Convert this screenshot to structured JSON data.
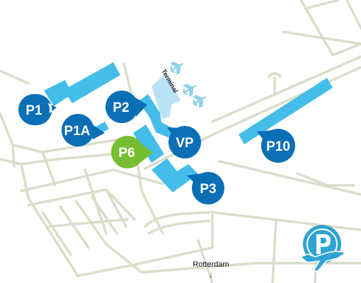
{
  "colors": {
    "road": "#d8dfc9",
    "lot": "#45bde9",
    "terminal": "#b9e2f4",
    "pin_blue": "#0b6fb5",
    "pin_green": "#76bd32",
    "plane": "#8fd0ec",
    "logo": "#2fa3d3"
  },
  "terminal_label": "Terminal",
  "parking": {
    "p1": "P1",
    "p1a": "P1A",
    "p2": "P2",
    "p6": "P6",
    "vp": "VP",
    "p3": "P3",
    "p10": "P10"
  },
  "direction": {
    "label": "Rotterdam",
    "arrow": "↓"
  },
  "icons": [
    "plane-icon",
    "parking-logo-icon"
  ]
}
